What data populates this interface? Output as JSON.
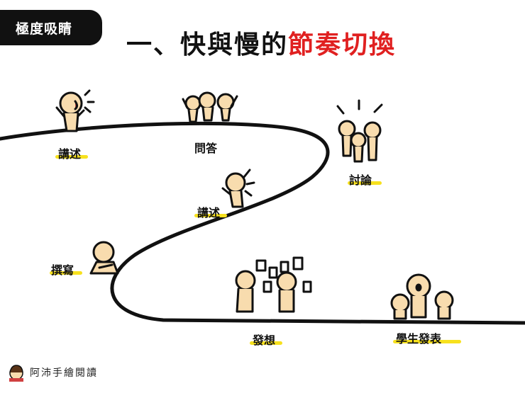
{
  "badge": "極度吸睛",
  "title": {
    "main": "一、快與慢的",
    "accent": "節奏切換"
  },
  "labels": {
    "lecture_top": "講述",
    "qa": "問答",
    "discussion": "討論",
    "lecture_mid": "講述",
    "writing": "撰寫",
    "brainstorm": "發想",
    "presentation": "學生發表"
  },
  "brand": "阿沛手繪閱讀",
  "colors": {
    "accent": "#e02020",
    "highlight": "#f7e11e",
    "skin": "#f8dcae",
    "ink": "#111111"
  }
}
